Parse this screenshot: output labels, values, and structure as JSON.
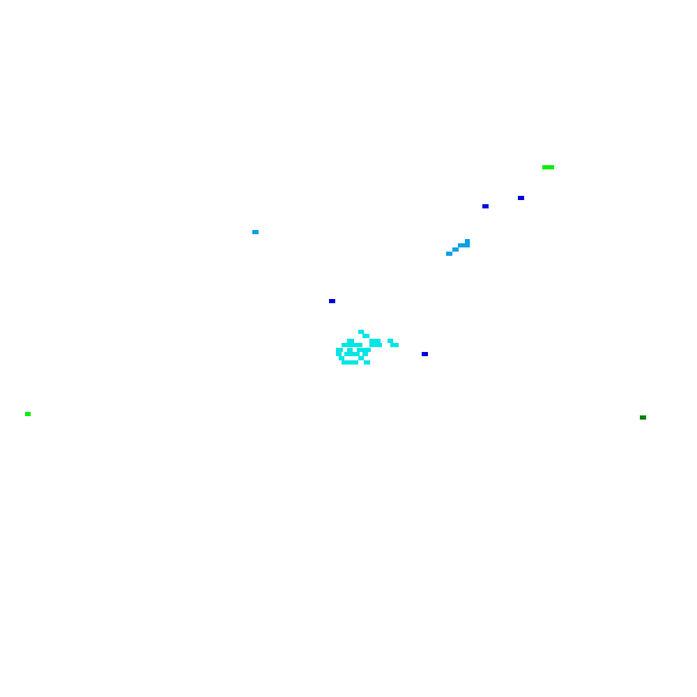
{
  "palette": {
    "background": "#ffffff",
    "cyan": "#00e5e5",
    "light_blue": "#0aa0e6",
    "blue": "#0000d8",
    "bright_green": "#00ee00",
    "dark_green": "#008000"
  },
  "clusters": [
    {
      "name": "cyan-cluster",
      "color_key": "cyan"
    },
    {
      "name": "light-blue-cluster",
      "color_key": "light_blue"
    },
    {
      "name": "blue-cluster",
      "color_key": "blue"
    },
    {
      "name": "bright-green-cluster",
      "color_key": "bright_green"
    },
    {
      "name": "dark-green-cluster",
      "color_key": "dark_green"
    }
  ]
}
